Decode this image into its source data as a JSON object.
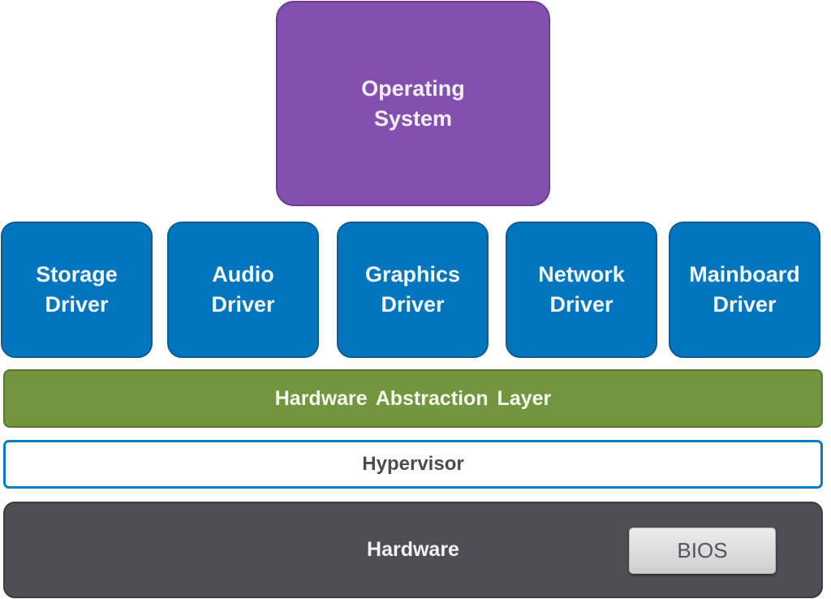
{
  "diagram": {
    "title": "Virtualization stack",
    "operating_system": {
      "lines": [
        "Operating",
        "System"
      ],
      "color": "#8350af"
    },
    "drivers": [
      {
        "lines": [
          "Storage",
          "Driver"
        ]
      },
      {
        "lines": [
          "Audio",
          "Driver"
        ]
      },
      {
        "lines": [
          "Graphics",
          "Driver"
        ]
      },
      {
        "lines": [
          "Network",
          "Driver"
        ]
      },
      {
        "lines": [
          "Mainboard",
          "Driver"
        ]
      }
    ],
    "driver_color": "#0176bf",
    "hal": {
      "label": "Hardware Abstraction Layer",
      "color": "#71963f"
    },
    "hypervisor": {
      "label": "Hypervisor",
      "border_color": "#0a7bc2"
    },
    "hardware": {
      "label": "Hardware",
      "color": "#4e4f54"
    },
    "bios": {
      "label": "BIOS"
    }
  }
}
